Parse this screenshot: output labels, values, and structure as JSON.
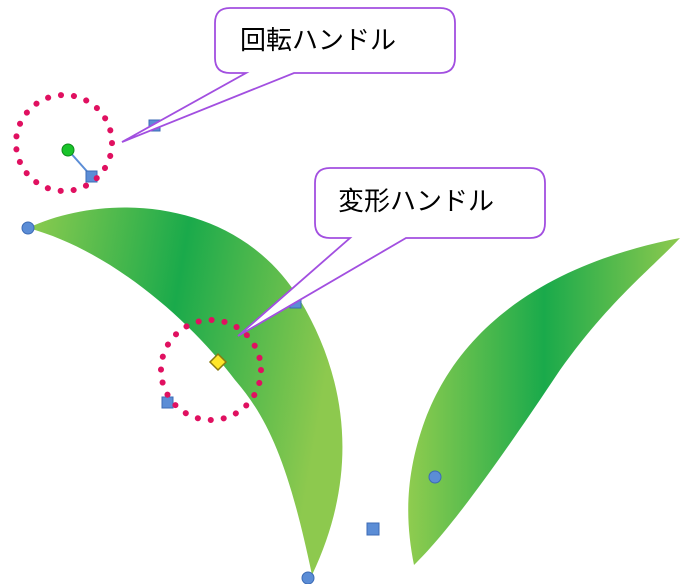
{
  "callouts": {
    "rotate_handle": "回転ハンドル",
    "deform_handle": "変形ハンドル"
  },
  "colors": {
    "callout_border": "#a24fe0",
    "highlight_ring": "#e01060",
    "handle_blue": "#5b8dd6",
    "handle_green": "#19c42a",
    "handle_yellow": "#ffe629",
    "leaf_dark": "#16a64a",
    "leaf_light": "#8dc94e"
  },
  "icons": {
    "rotation_handle": "green-circle",
    "deform_handle": "yellow-diamond",
    "node_handle": "blue-circle",
    "scale_handle": "blue-square"
  }
}
